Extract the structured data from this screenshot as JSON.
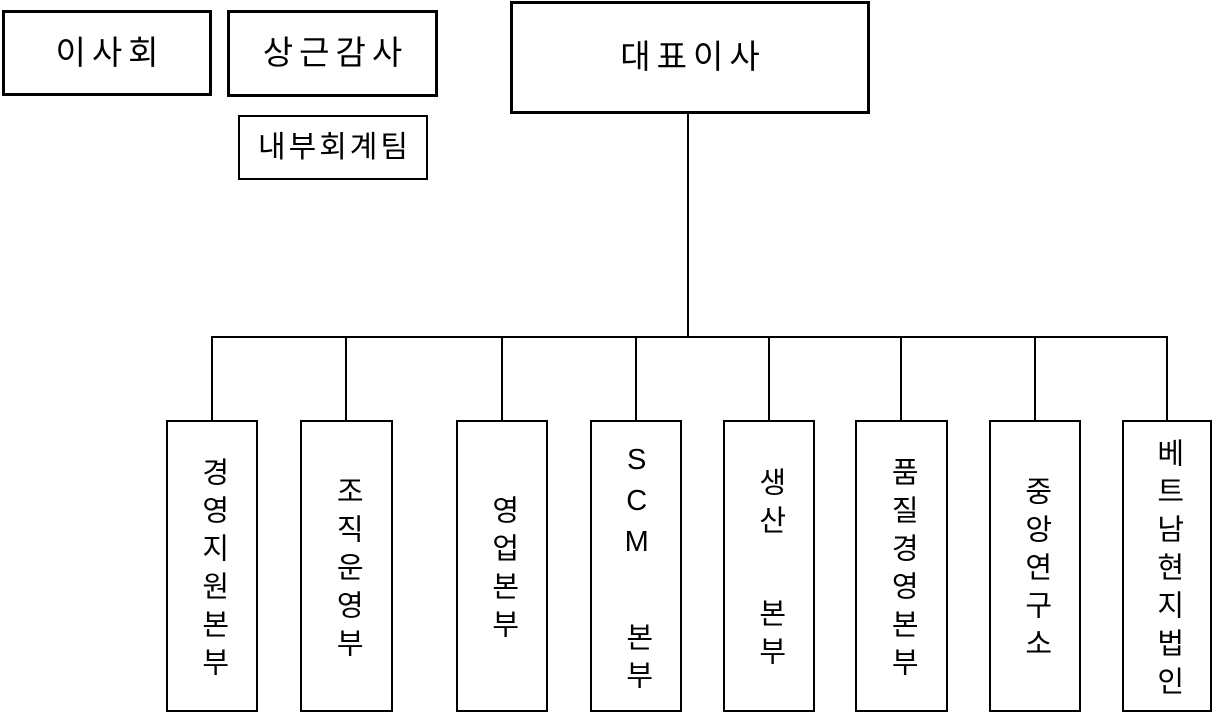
{
  "diagram_type": "organization-chart",
  "nodes": {
    "board": {
      "label": "이사회"
    },
    "auditor": {
      "label": "상근감사"
    },
    "internal_accounting": {
      "label": "내부회계팀"
    },
    "ceo": {
      "label": "대표이사"
    }
  },
  "departments": [
    {
      "label": "경영지원본부"
    },
    {
      "label": "조직운영부"
    },
    {
      "label": "영업본부"
    },
    {
      "label": "SCM 본부"
    },
    {
      "label": "생산 본부"
    },
    {
      "label": "품질경영본부"
    },
    {
      "label": "중앙연구소"
    },
    {
      "label": "베트남현지법인"
    }
  ],
  "colors": {
    "background": "#ffffff",
    "line": "#000000",
    "text": "#000000"
  }
}
